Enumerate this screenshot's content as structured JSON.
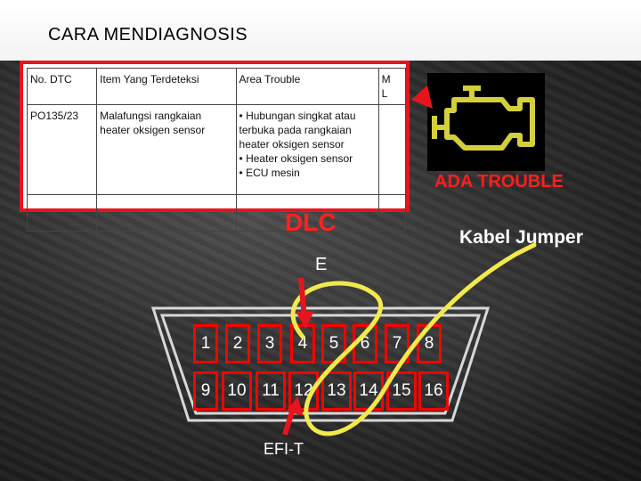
{
  "title": "CARA MENDIAGNOSIS",
  "table": {
    "headers": [
      "No. DTC",
      "Item Yang Terdeteksi",
      "Area Trouble",
      "M\nL"
    ],
    "row": {
      "dtc": "PO135/23",
      "item": "Malafungsi rangkaian heater oksigen sensor",
      "area": [
        "• Hubungan singkat atau terbuka pada rangkaian heater oksigen sensor",
        "• Heater oksigen sensor",
        "• ECU mesin"
      ]
    }
  },
  "engine_icon": "check-engine-icon",
  "ada_trouble": "ADA TROUBLE",
  "dlc_label": "DLC",
  "kabel_jumper": "Kabel Jumper",
  "label_e": "E",
  "label_efi_t": "EFI-T",
  "pins_top": [
    "1",
    "2",
    "3",
    "4",
    "5",
    "6",
    "7",
    "8"
  ],
  "pins_bottom": [
    "9",
    "10",
    "11",
    "12",
    "13",
    "14",
    "15",
    "16"
  ],
  "colors": {
    "red": "#ff1e1e",
    "jumper": "#f2ea4a",
    "engine": "#d4cf3a"
  }
}
